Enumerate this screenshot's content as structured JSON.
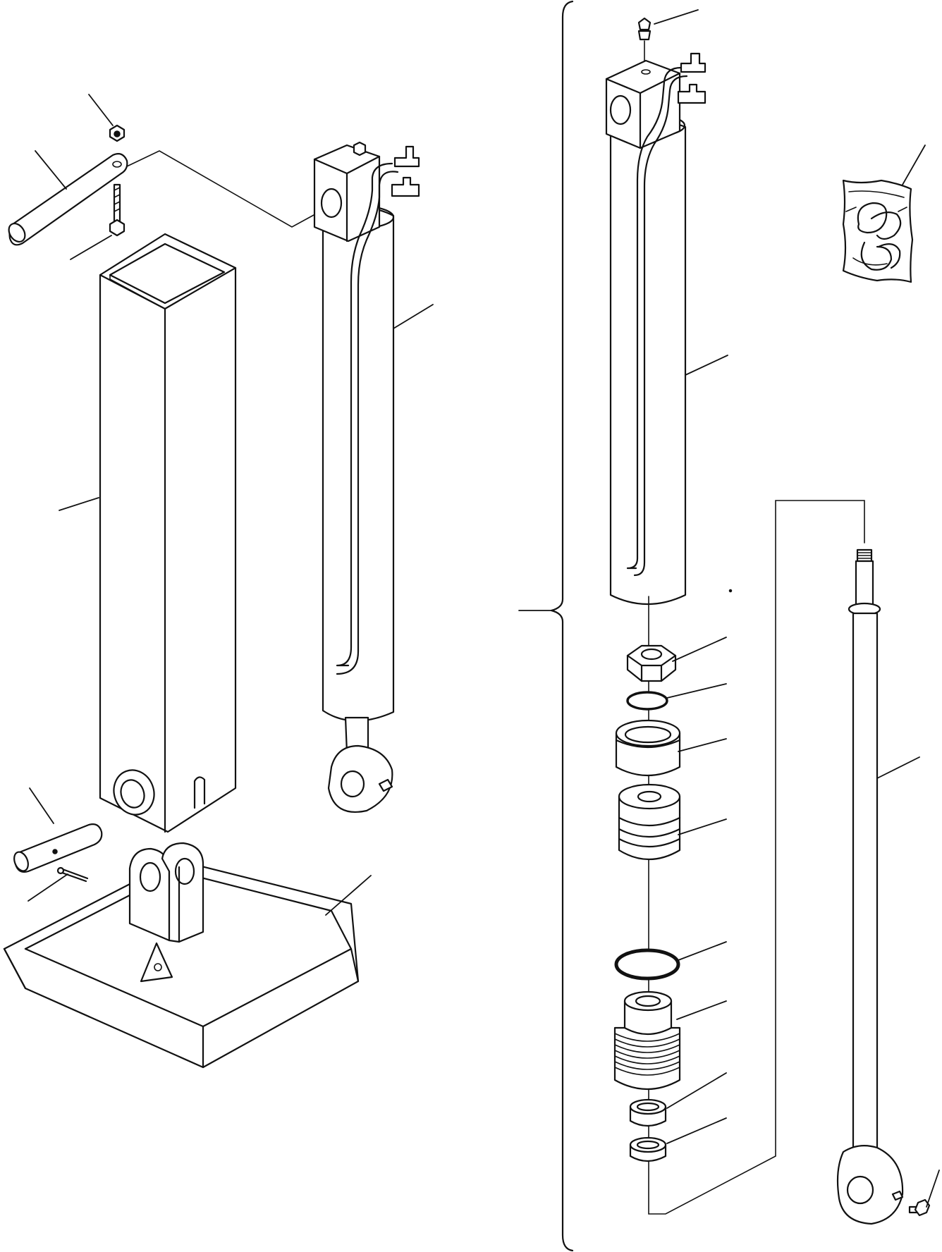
{
  "colors": {
    "ink": "#111111",
    "paper": "#ffffff"
  },
  "figure": {
    "left_assembly": [
      "pin-with-nut-and-bolt",
      "square-support-tube",
      "hydraulic-cylinder",
      "pivot-pin-with-split-pin",
      "base-plate-with-clevis"
    ],
    "right_exploded": [
      "grease-fitting",
      "cylinder-barrel-with-head-block",
      "seal-kit-bag",
      "nut",
      "o-ring",
      "bushing",
      "piston",
      "o-ring-large",
      "gland",
      "wiper-seal",
      "seal-ring",
      "piston-rod"
    ],
    "icons": [
      "bracket-icon",
      "leader-line-icon"
    ]
  }
}
